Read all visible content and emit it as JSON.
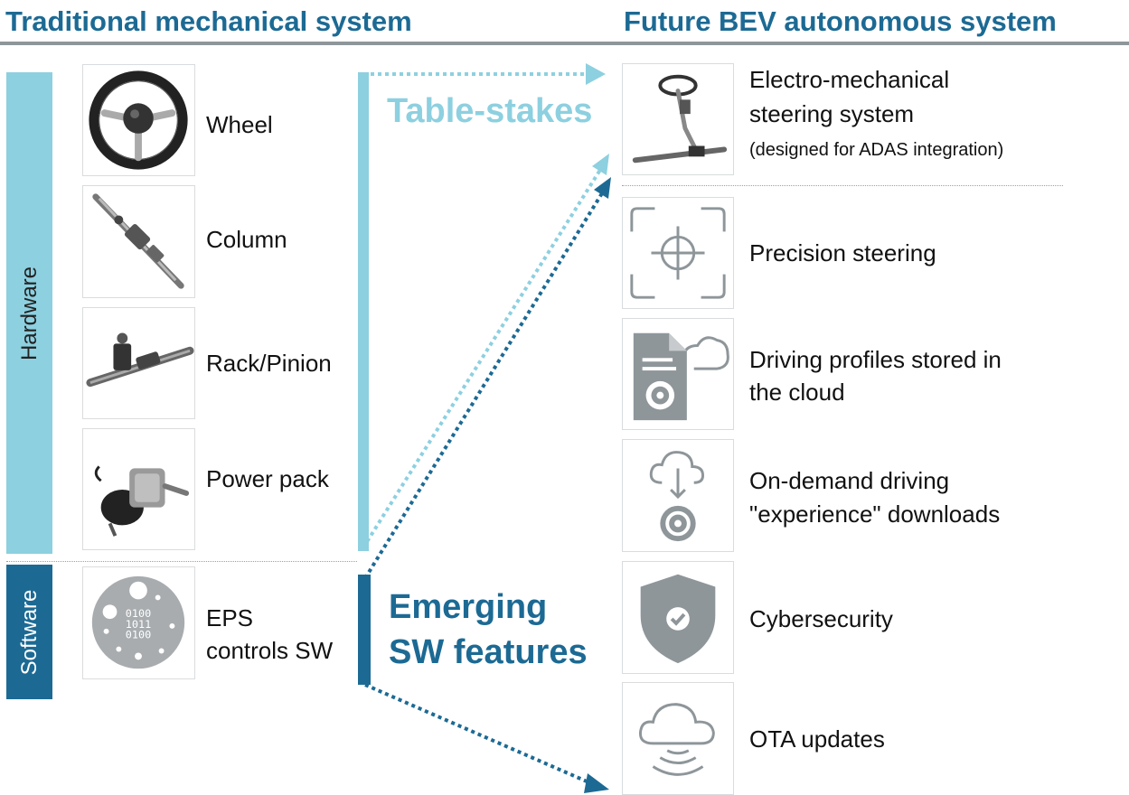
{
  "headers": {
    "left": "Traditional mechanical system",
    "right": "Future BEV autonomous system"
  },
  "bands": {
    "hardware": "Hardware",
    "software": "Software"
  },
  "traditional_items": [
    {
      "label": "Wheel",
      "icon": "steering-wheel-photo"
    },
    {
      "label": "Column",
      "icon": "steering-column-photo"
    },
    {
      "label": "Rack/Pinion",
      "icon": "rack-pinion-photo"
    },
    {
      "label": "Power pack",
      "icon": "power-pack-photo"
    }
  ],
  "software_item": {
    "line1": "EPS",
    "line2": "controls SW",
    "icon": "binary-chip-icon",
    "code": [
      "0100",
      "1011",
      "0100"
    ]
  },
  "categories": {
    "table_stakes": "Table-stakes",
    "emerging_line1": "Emerging",
    "emerging_line2": "SW features"
  },
  "future_items": [
    {
      "line1": "Electro-mechanical",
      "line2": "steering system",
      "line3": "(designed for ADAS integration)",
      "icon": "eps-system-photo"
    },
    {
      "line1": "Precision steering",
      "icon": "crosshair-icon"
    },
    {
      "line1": "Driving profiles stored in",
      "line2": "the cloud",
      "icon": "document-cloud-icon"
    },
    {
      "line1": "On-demand driving",
      "line2": "\"experience\" downloads",
      "icon": "cloud-download-icon"
    },
    {
      "line1": "Cybersecurity",
      "icon": "shield-check-icon"
    },
    {
      "line1": "OTA updates",
      "icon": "cloud-signal-icon"
    }
  ],
  "colors": {
    "dark_blue": "#1c6a94",
    "light_blue": "#8dd0e0",
    "gray_icon": "#8e969a"
  }
}
